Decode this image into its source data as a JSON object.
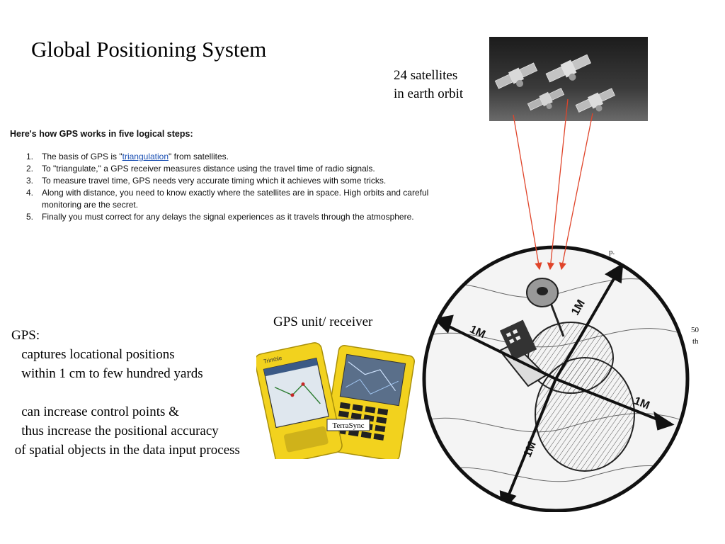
{
  "slide": {
    "title": "Global Positioning System"
  },
  "satellites": {
    "caption_line1": "24 satellites",
    "caption_line2": "in earth orbit"
  },
  "steps": {
    "heading": "Here's how GPS works in five logical steps:",
    "items": [
      {
        "num": "1.",
        "pre": "The basis of GPS is \"",
        "link": "triangulation",
        "post": "\" from satellites."
      },
      {
        "num": "2.",
        "pre": "To \"triangulate,\" a GPS receiver measures distance using the travel time of radio signals.",
        "link": "",
        "post": ""
      },
      {
        "num": "3.",
        "pre": "To measure travel time, GPS needs very accurate timing which it achieves with some tricks.",
        "link": "",
        "post": ""
      },
      {
        "num": "4.",
        "pre": "Along with distance, you need to know exactly where the satellites are in space. High orbits and careful monitoring are the secret.",
        "link": "",
        "post": ""
      },
      {
        "num": "5.",
        "pre": "Finally you must correct for any delays the signal experiences as it travels through the atmosphere.",
        "link": "",
        "post": ""
      }
    ],
    "link_color": "#1a4fb3"
  },
  "gps_unit": {
    "caption": "GPS unit/ receiver",
    "device_label": "TerraSync",
    "brand_label": "Trimble",
    "device_color": "#f2d21e"
  },
  "gps_text": {
    "lines": [
      "GPS:",
      "   captures locational positions",
      "   within 1 cm to few hundred yards",
      "",
      "   can increase control points &",
      "   thus increase the positional accuracy",
      " of spatial objects in the data input process"
    ]
  },
  "compass": {
    "arrow_label": "1M",
    "corner_text_1": "50",
    "corner_text_2": "th",
    "corner_text_3": "p."
  },
  "arrow_color": "#e0442a"
}
